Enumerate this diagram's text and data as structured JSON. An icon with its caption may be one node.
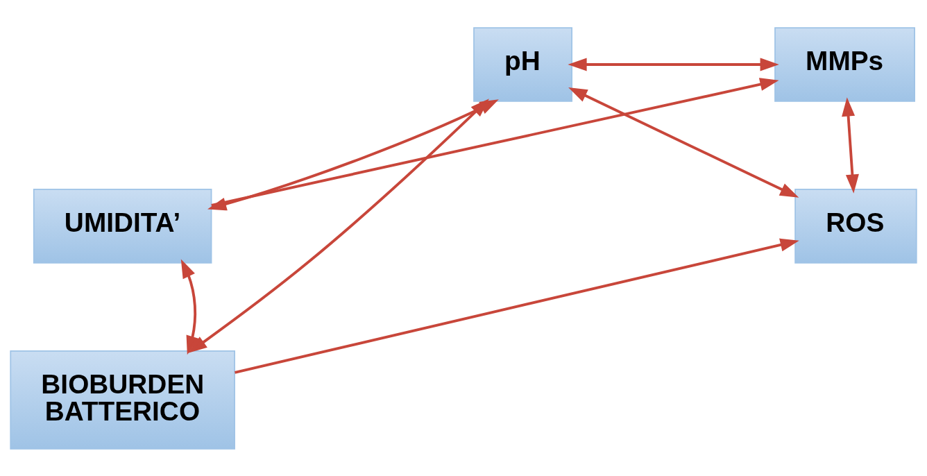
{
  "diagram": {
    "nodes": [
      {
        "text": [
          "pH"
        ]
      },
      {
        "text": [
          "MMPs"
        ]
      },
      {
        "text": [
          "UMIDITA’"
        ]
      },
      {
        "text": [
          "ROS"
        ]
      },
      {
        "text": [
          "BIOBURDEN BATTERICO"
        ]
      }
    ],
    "edges": [
      {
        "from": 0,
        "to": 1,
        "arrow": "both"
      },
      {
        "from": 2,
        "to": 0,
        "arrow": "both"
      },
      {
        "from": 2,
        "to": 1,
        "arrow": "to"
      },
      {
        "from": 0,
        "to": 3,
        "arrow": "both"
      },
      {
        "from": 0,
        "to": 4,
        "arrow": "both"
      },
      {
        "from": 1,
        "to": 3,
        "arrow": "both"
      },
      {
        "from": 2,
        "to": 4,
        "arrow": "both"
      },
      {
        "from": 4,
        "to": 3,
        "arrow": "to"
      }
    ]
  }
}
